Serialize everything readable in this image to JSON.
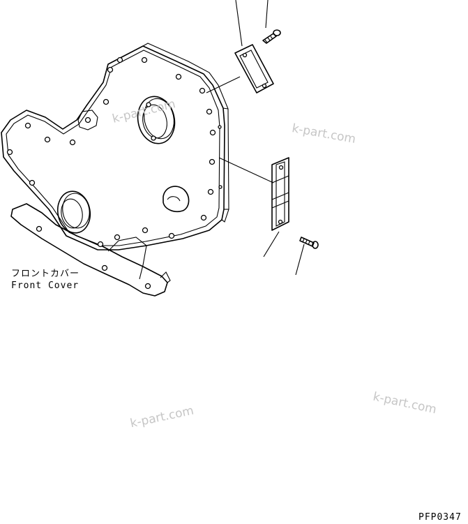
{
  "labels": {
    "part_name_jp": "フロントカバー",
    "part_name_en": "Front Cover",
    "drawing_code": "PFP0347"
  },
  "watermarks": [
    "k-part.com",
    "k-part.com",
    "k-part.com",
    "k-part.com"
  ]
}
